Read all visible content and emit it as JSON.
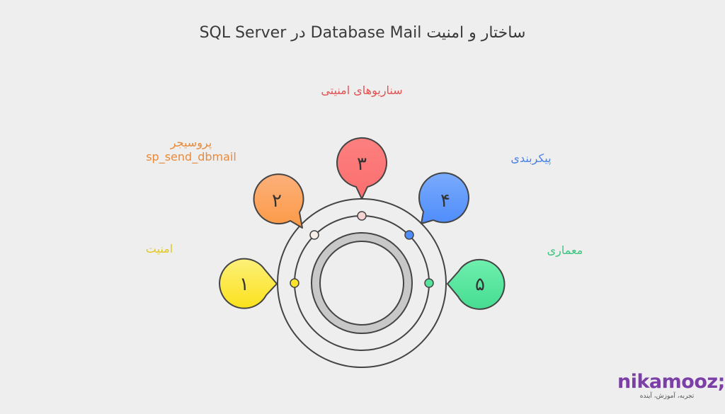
{
  "title": "ساختار و امنیت Database Mail در SQL Server",
  "colors": {
    "background": "#eeeeee",
    "stroke": "#444444",
    "ring_fill": "#c8c8c8",
    "yellow": "#fbe32c",
    "orange": "#fb9e50",
    "red": "#fb7474",
    "blue": "#5b97fb",
    "green": "#55e39d"
  },
  "nodes": [
    {
      "number": "۱",
      "label": "امنیت",
      "color": "#fbe32c",
      "text_color": "#e2c81c"
    },
    {
      "number": "۲",
      "label": "پروسیجر",
      "label_sub": "sp_send_dbmail",
      "color": "#fb9e50",
      "text_color": "#e98a3b"
    },
    {
      "number": "۳",
      "label": "سناریوهای امنیتی",
      "color": "#fb7474",
      "text_color": "#e45252"
    },
    {
      "number": "۴",
      "label": "پیکربندی",
      "color": "#5b97fb",
      "text_color": "#4a83e6"
    },
    {
      "number": "۵",
      "label": "معماری",
      "color": "#55e39d",
      "text_color": "#3cc581"
    }
  ],
  "logo": {
    "brand": "nikamooz;",
    "tagline": "تجربه، آموزش، آینده"
  }
}
